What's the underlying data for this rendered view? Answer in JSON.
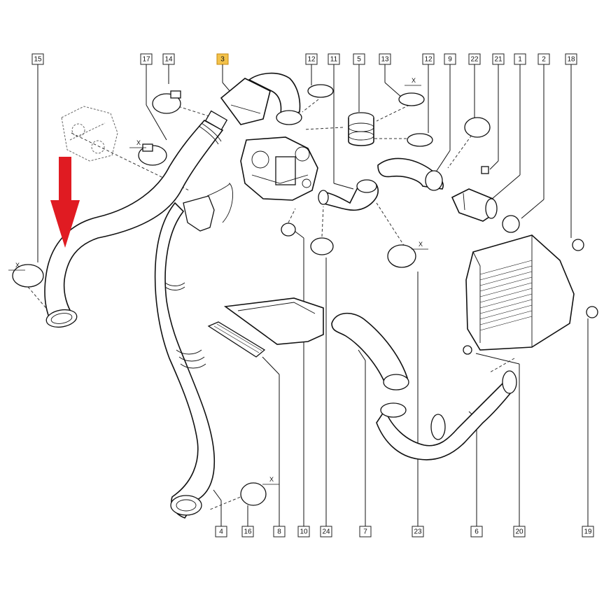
{
  "diagram": {
    "reference_labels": [
      "15",
      "17",
      "14",
      "3",
      "12",
      "11",
      "5",
      "13",
      "12",
      "9",
      "22",
      "21",
      "1",
      "2",
      "18",
      "4",
      "16",
      "8",
      "10",
      "24",
      "7",
      "23",
      "6",
      "20",
      "19"
    ],
    "highlighted_label": "3",
    "dimension_marker": "X",
    "colors": {
      "highlight_fill": "#f3c24a",
      "highlight_stroke": "#c48a12",
      "arrow": "#e01b22",
      "line": "#111111"
    },
    "icons": {
      "pointer": "red-down-arrow-icon"
    }
  }
}
